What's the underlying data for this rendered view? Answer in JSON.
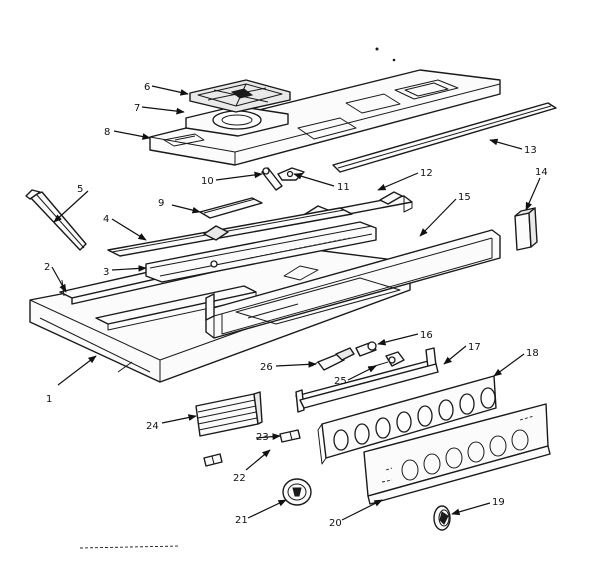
{
  "callouts": [
    "1",
    "2",
    "3",
    "4",
    "5",
    "6",
    "7",
    "8",
    "9",
    "10",
    "11",
    "12",
    "13",
    "14",
    "15",
    "16",
    "17",
    "18",
    "19",
    "20",
    "21",
    "22",
    "23",
    "24",
    "25",
    "26"
  ],
  "colors": {
    "ink": "#1a1a1a",
    "paper": "#ffffff"
  }
}
